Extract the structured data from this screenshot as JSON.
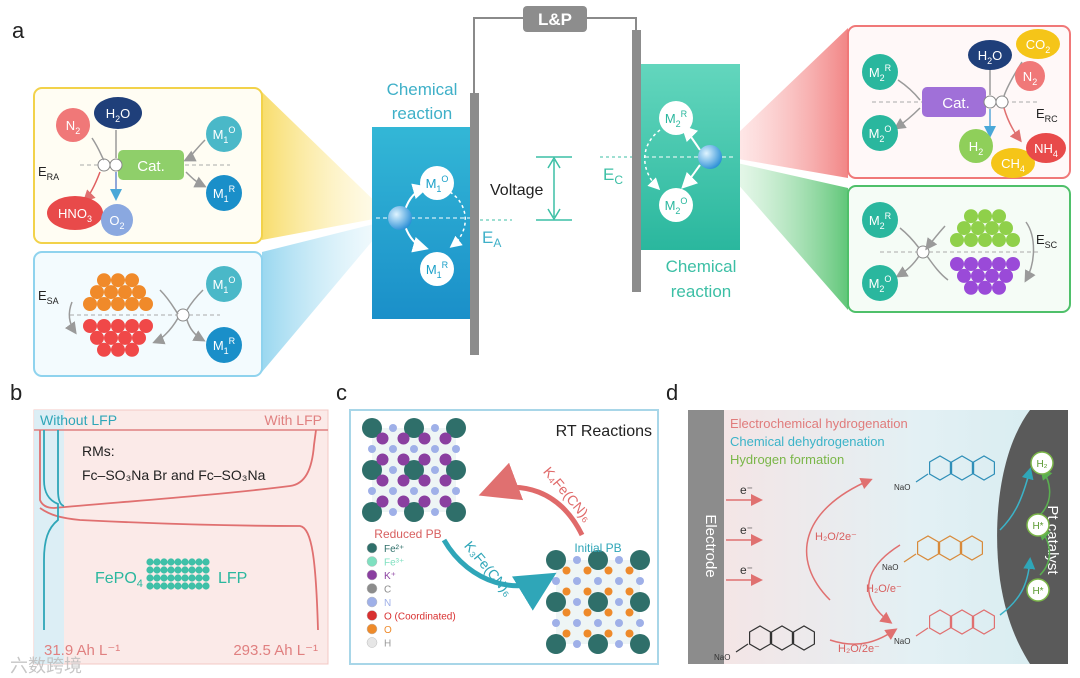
{
  "panels": {
    "a": "a",
    "b": "b",
    "c": "c",
    "d": "d"
  },
  "panel_a": {
    "lp_box": "L&P",
    "chem_left": [
      "Chemical",
      "reaction"
    ],
    "chem_right": [
      "Chemical",
      "reaction"
    ],
    "voltage": "Voltage",
    "e_a": "E",
    "e_a_sub": "A",
    "e_c": "E",
    "e_c_sub": "C",
    "m1o": {
      "base": "M",
      "sub": "1",
      "sup": "O"
    },
    "m1r": {
      "base": "M",
      "sub": "1",
      "sup": "R"
    },
    "m2r": {
      "base": "M",
      "sub": "2",
      "sup": "R"
    },
    "m2o": {
      "base": "M",
      "sub": "2",
      "sup": "O"
    },
    "cat": "Cat.",
    "e_ra": {
      "base": "E",
      "sub": "RA"
    },
    "e_sa": {
      "base": "E",
      "sub": "SA"
    },
    "e_rc": {
      "base": "E",
      "sub": "RC"
    },
    "e_sc": {
      "base": "E",
      "sub": "SC"
    },
    "n2": {
      "base": "N",
      "sub": "2"
    },
    "h2o": {
      "base": "H",
      "sub": "2",
      "tail": "O"
    },
    "hno3": {
      "base": "HNO",
      "sub": "3"
    },
    "o2": {
      "base": "O",
      "sub": "2"
    },
    "co2": {
      "base": "CO",
      "sub": "2"
    },
    "h2": {
      "base": "H",
      "sub": "2"
    },
    "ch4": {
      "base": "CH",
      "sub": "4"
    },
    "nh4": {
      "base": "NH",
      "sub": "4"
    }
  },
  "panel_b": {
    "without_lfp": "Without LFP",
    "with_lfp": "With LFP",
    "rms_title": "RMs:",
    "rms_line": "Fc–SO₃Na Br and Fc–SO₃Na",
    "fepo4": "FePO",
    "fepo4_sub": "4",
    "lfp": "LFP",
    "cap_left": "31.9 Ah L⁻¹",
    "cap_right": "293.5 Ah L⁻¹"
  },
  "panel_c": {
    "title": "RT Reactions",
    "reduced": "Reduced PB",
    "initial": "Initial PB",
    "k4": "K₄Fe(CN)₆",
    "k3": "K₃Fe(CN)₆",
    "legend": [
      {
        "label": "Fe²⁺",
        "color": "#2f6f6a"
      },
      {
        "label": "Fe³⁺",
        "color": "#7fe0c0"
      },
      {
        "label": "K⁺",
        "color": "#8a3fa0"
      },
      {
        "label": "C",
        "color": "#8c8c8c"
      },
      {
        "label": "N",
        "color": "#9fb0e8"
      },
      {
        "label": "O (Coordinated)",
        "color": "#d83030"
      },
      {
        "label": "O",
        "color": "#ee8a2a"
      },
      {
        "label": "H",
        "color": "#e6e6e6"
      }
    ]
  },
  "panel_d": {
    "legend": [
      {
        "label": "Electrochemical  hydrogenation",
        "color": "#e07b7b"
      },
      {
        "label": "Chemical  dehydrogenation",
        "color": "#3bb3c8"
      },
      {
        "label": "Hydrogen formation",
        "color": "#7ab648"
      }
    ],
    "electrode": "Electrode",
    "pt_catalyst": "Pt catalyst",
    "e_minus": "e⁻",
    "h2o_2e": "H₂O/2e⁻",
    "h2o_e": "H₂O/e⁻",
    "h_star": "H*",
    "h2": "H₂",
    "nao": "NaO"
  },
  "watermark": "六数跨境"
}
